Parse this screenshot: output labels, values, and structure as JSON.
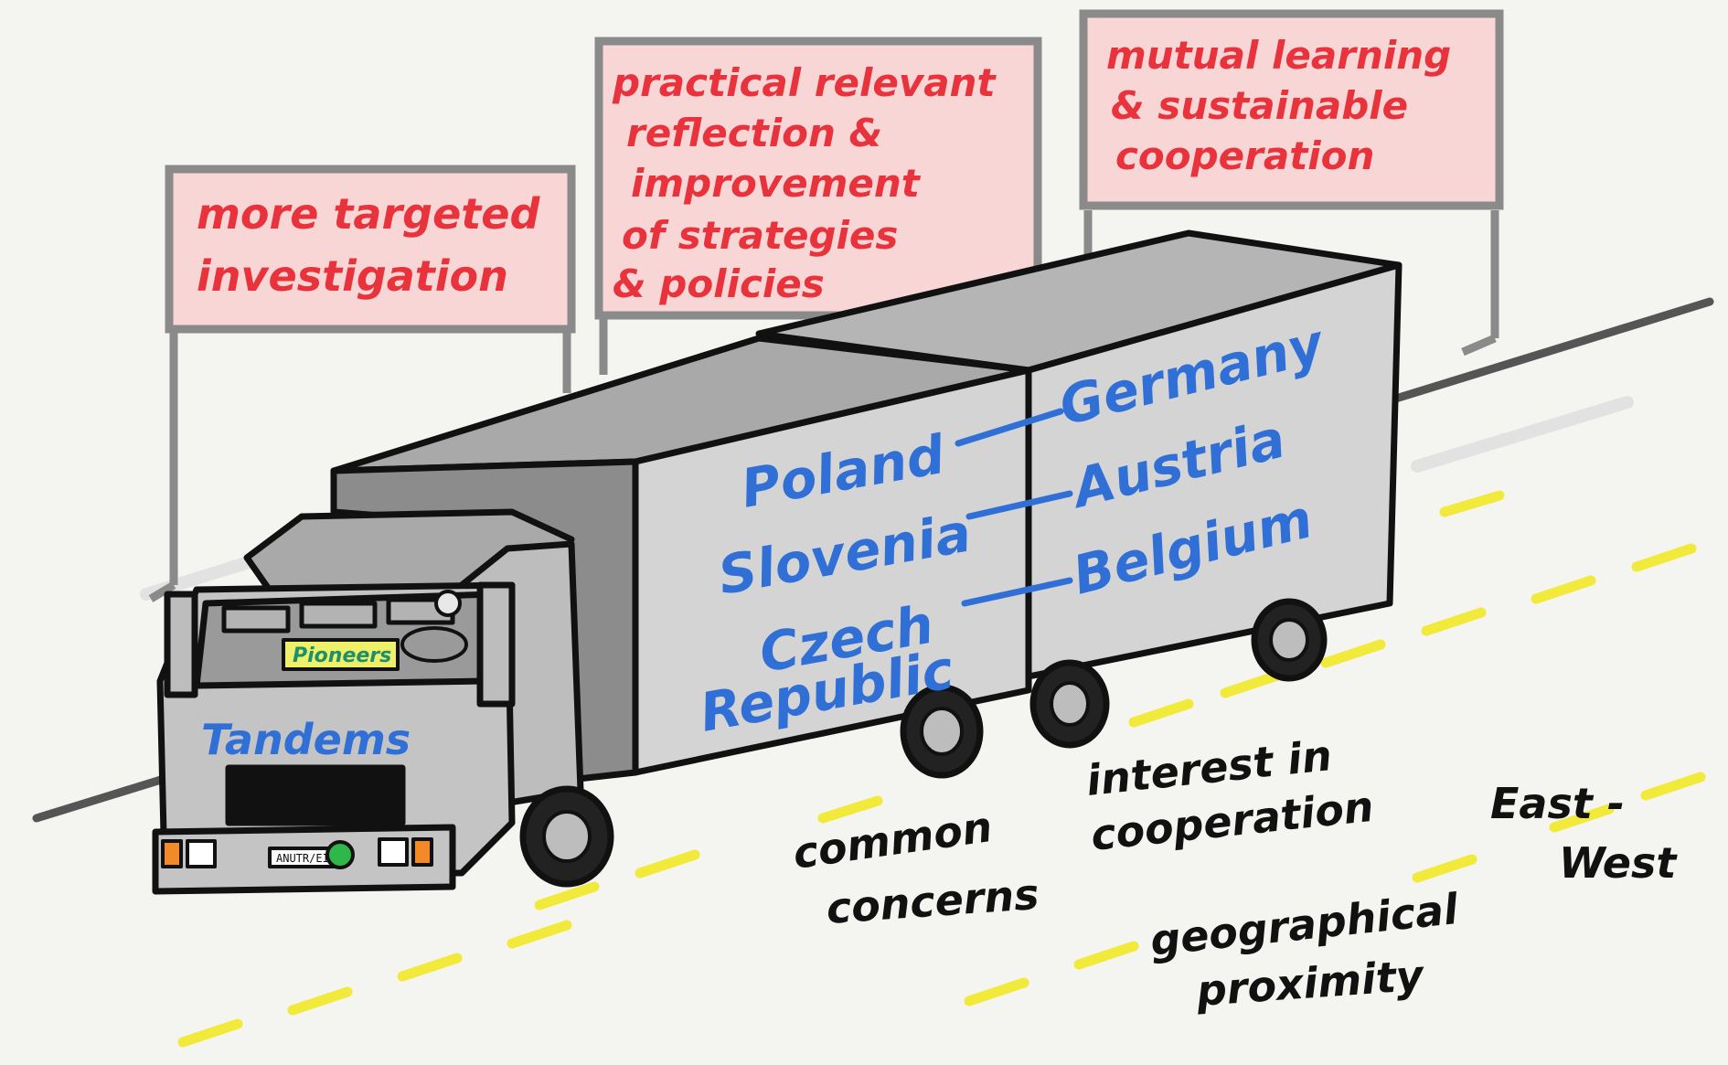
{
  "signs": [
    {
      "lines": [
        "more targeted",
        "investigation"
      ]
    },
    {
      "lines": [
        "practical relevant",
        "reflection &",
        "improvement",
        "of strategies",
        "& policies"
      ]
    },
    {
      "lines": [
        "mutual learning",
        "& sustainable",
        "cooperation"
      ]
    }
  ],
  "truck": {
    "windshield_label": "Pioneers",
    "front_label": "Tandems",
    "plate": "ANUTR/EI"
  },
  "pairs": {
    "left": [
      "Poland",
      "Slovenia",
      "Czech",
      "Republic"
    ],
    "right": [
      "Germany",
      "Austria",
      "Belgium"
    ]
  },
  "road_labels": {
    "common": [
      "common",
      "concerns"
    ],
    "interest": [
      "interest in",
      "cooperation"
    ],
    "east_west": [
      "East -",
      "West"
    ],
    "geo": [
      "geographical",
      "proximity"
    ]
  },
  "colors": {
    "sign_text": "#e8323c",
    "sign_fill": "#f8d6d6",
    "country_text": "#2f6fd6",
    "road_dash": "#f2ea3a",
    "truck_body": "#c9c9c9"
  }
}
